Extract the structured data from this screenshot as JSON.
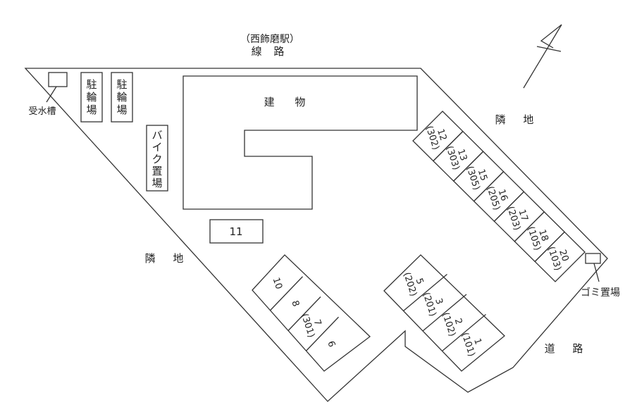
{
  "railway": {
    "station": "（西飾磨駅）",
    "line": "線 路"
  },
  "labels": {
    "building": "建 物",
    "neighbor_right": "隣 地",
    "neighbor_left": "隣 地",
    "road": "道 路",
    "water_tank": "受水槽",
    "garbage": "ゴミ置場",
    "bicycle_1": [
      "駐",
      "輪",
      "場"
    ],
    "bicycle_2": [
      "駐",
      "輪",
      "場"
    ],
    "bike": [
      "バ",
      "イ",
      "ク",
      "置",
      "場"
    ],
    "space_11": "11"
  },
  "right_row": [
    {
      "num": "12",
      "unit": "(302)"
    },
    {
      "num": "13",
      "unit": "(303)"
    },
    {
      "num": "15",
      "unit": "(305)"
    },
    {
      "num": "16",
      "unit": "(205)"
    },
    {
      "num": "17",
      "unit": "(203)"
    },
    {
      "num": "18",
      "unit": "(105)"
    },
    {
      "num": "20",
      "unit": "(103)"
    }
  ],
  "left_block": {
    "top_row": [
      {
        "num": "10",
        "unit": ""
      },
      {
        "num": "8",
        "unit": ""
      },
      {
        "num": "7",
        "unit": "(301)"
      },
      {
        "num": "6",
        "unit": ""
      }
    ]
  },
  "middle_row": [
    {
      "num": "5",
      "unit": "(202)"
    },
    {
      "num": "3",
      "unit": "(201)"
    },
    {
      "num": "2",
      "unit": "(102)"
    },
    {
      "num": "1",
      "unit": "(101)"
    }
  ],
  "compass": "north-arrow-icon"
}
